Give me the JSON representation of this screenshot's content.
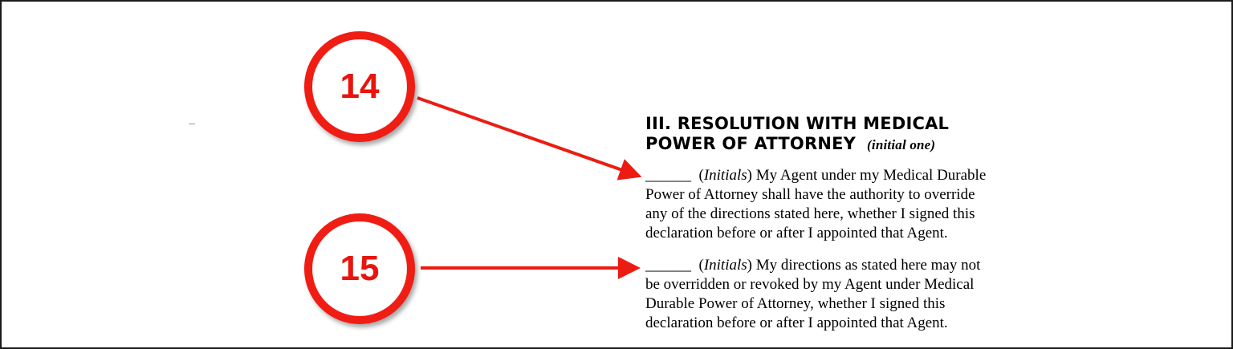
{
  "callouts": [
    {
      "number": "14"
    },
    {
      "number": "15"
    }
  ],
  "section": {
    "heading_line1": "III. RESOLUTION WITH MEDICAL",
    "heading_line2": "POWER OF ATTORNEY",
    "heading_note": "(initial one)"
  },
  "options": [
    {
      "blank": "______",
      "initials_label": "Initials",
      "line1_rest": "My Agent under my Medical Durable",
      "line2": "Power of Attorney shall have the authority to override",
      "line3": "any of the directions stated here, whether I signed this",
      "line4": "declaration before or after I appointed that Agent."
    },
    {
      "blank": "______",
      "initials_label": "Initials",
      "line1_rest": "My directions as stated here may not",
      "line2": "be overridden or revoked by my Agent under Medical",
      "line3": "Durable Power of Attorney, whether I signed this",
      "line4": "declaration before or after I appointed that Agent."
    }
  ],
  "colors": {
    "callout_red": "#f01d14",
    "arrow_red": "#ec1c12",
    "border": "#1a1a1a"
  }
}
